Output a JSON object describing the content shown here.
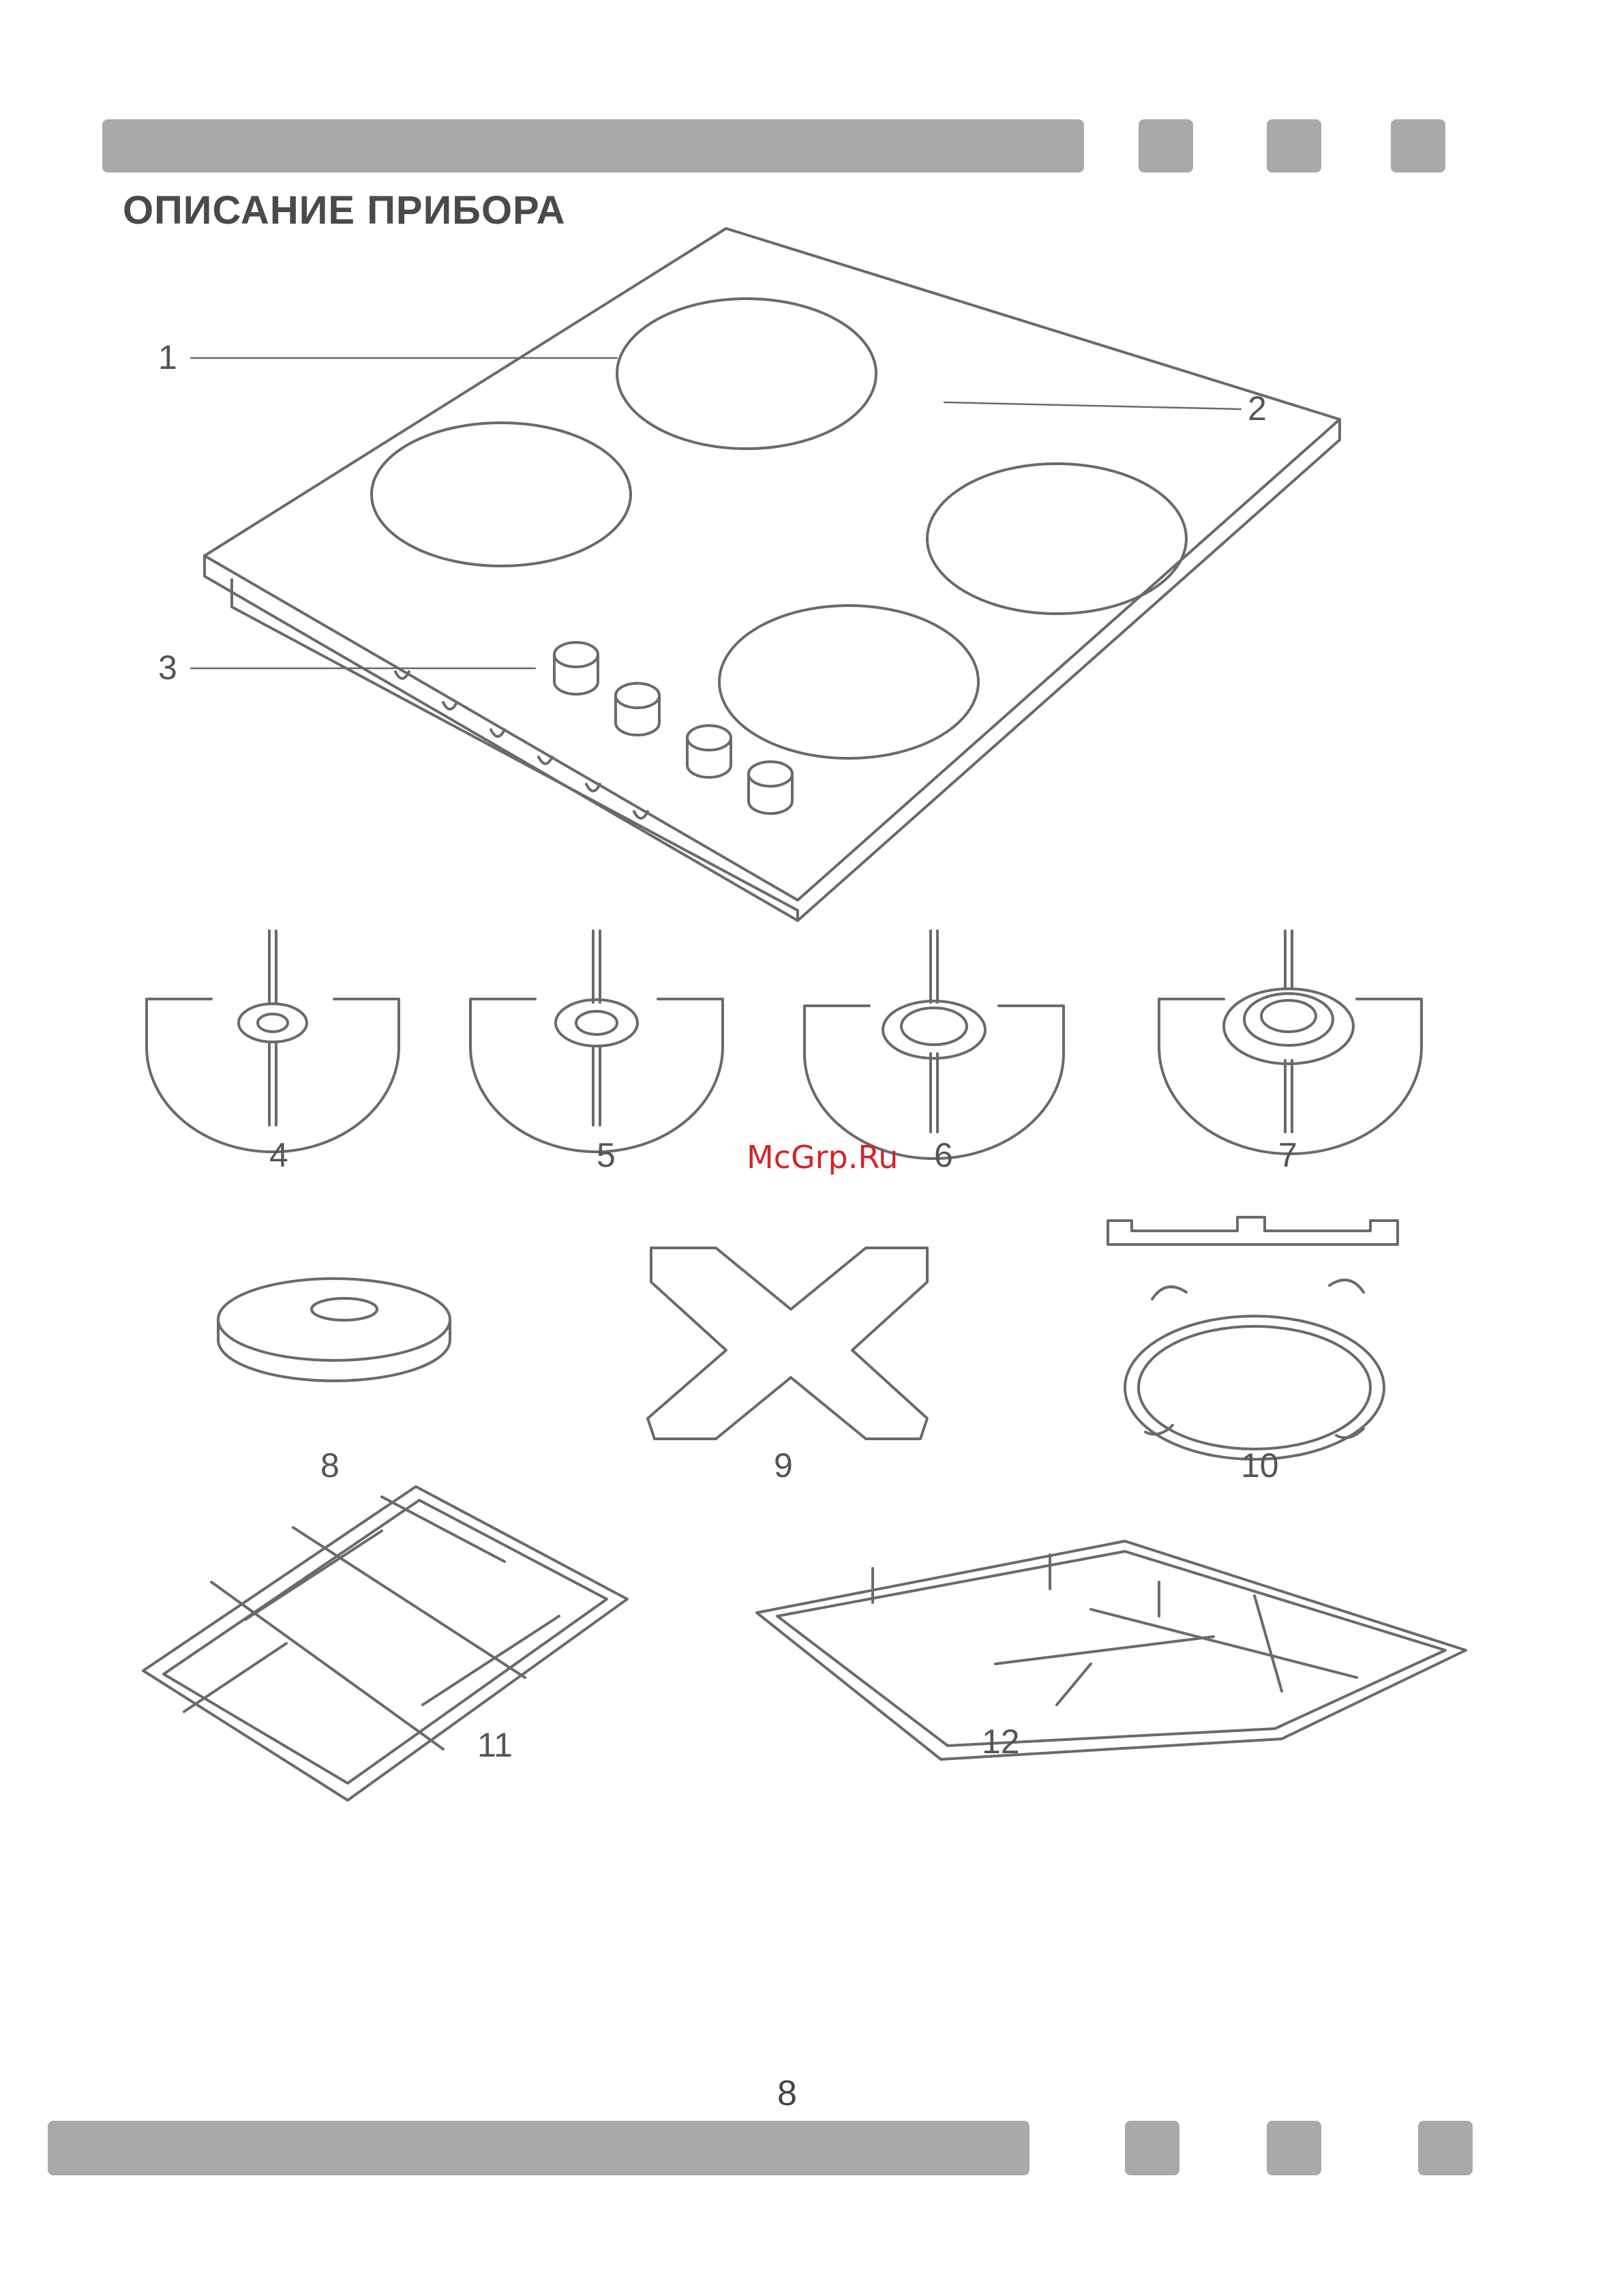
{
  "header": {
    "title": "ОПИСАНИЕ ПРИБОРА"
  },
  "callouts": [
    "1",
    "2",
    "3",
    "4",
    "5",
    "6",
    "7",
    "8",
    "9",
    "10",
    "11",
    "12"
  ],
  "watermark": "McGrp.Ru",
  "footer": {
    "page_number": "8"
  },
  "colors": {
    "bar": "#a9a9a9",
    "line": "#6a6a6a",
    "watermark": "#d6232a"
  }
}
